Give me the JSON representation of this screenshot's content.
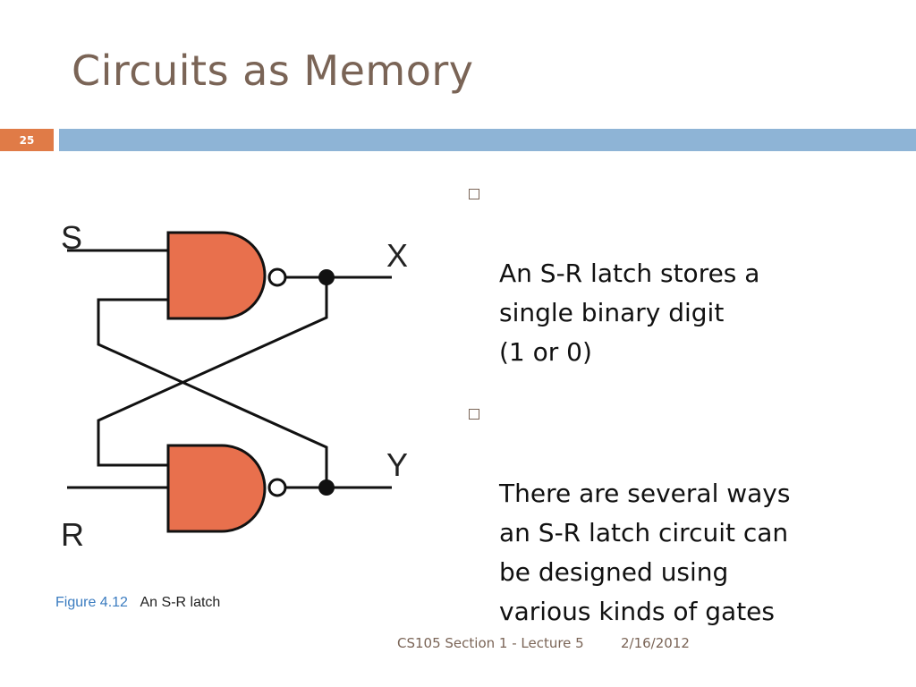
{
  "slide": {
    "title": "Circuits as Memory",
    "page_number": "25",
    "accent_color": "#e07b47",
    "bar_color": "#8eb4d6",
    "title_color": "#7a6456"
  },
  "figure": {
    "label_s": "S",
    "label_r": "R",
    "label_x": "X",
    "label_y": "Y",
    "gate_color": "#e8704d",
    "caption_label": "Figure 4.12",
    "caption_text": "An S-R latch"
  },
  "bullets": [
    {
      "icon": "hollow-square-bullet-icon",
      "text": "An S-R latch stores a\nsingle binary digit\n(1 or 0)"
    },
    {
      "icon": "hollow-square-bullet-icon",
      "text": "There are several ways\nan S-R latch circuit can\nbe designed using\nvarious kinds of gates"
    }
  ],
  "footer": {
    "course": "CS105 Section 1 - Lecture 5",
    "date": "2/16/2012"
  }
}
